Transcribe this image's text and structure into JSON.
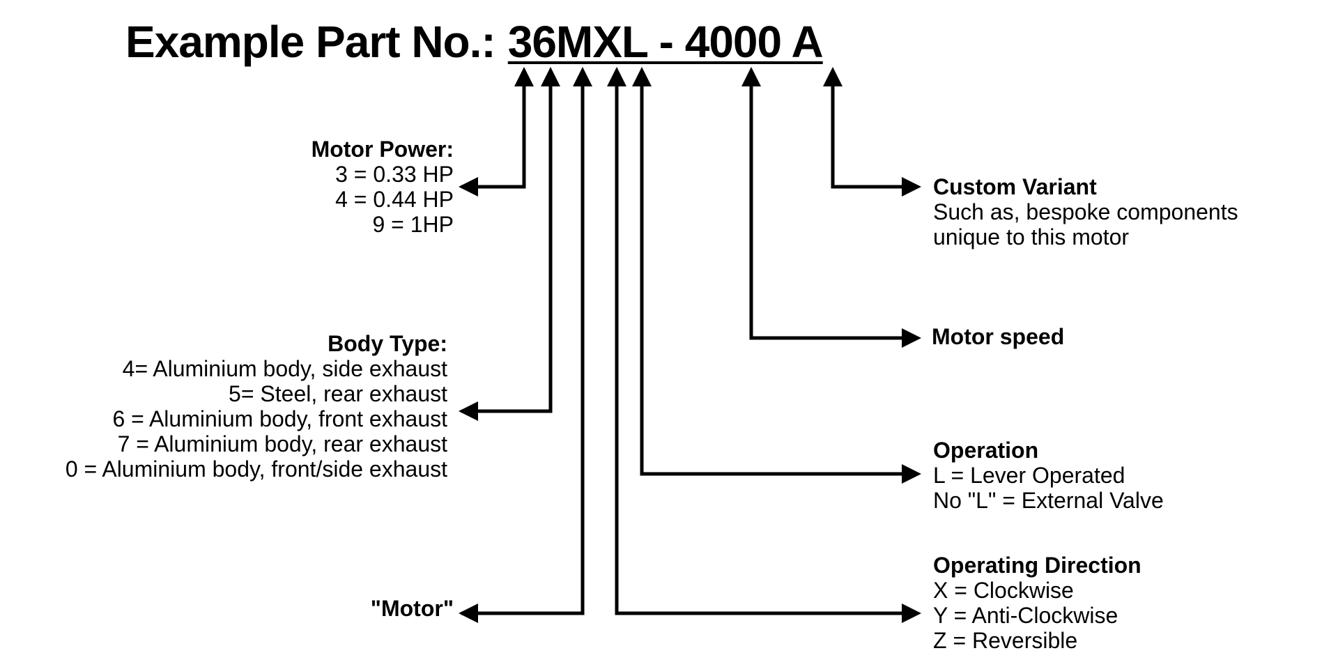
{
  "title": {
    "label": "Example Part No.:",
    "part_number": "36MXL - 4000 A"
  },
  "left_labels": {
    "motor_power": {
      "heading": "Motor Power:",
      "lines": [
        "3 = 0.33 HP",
        "4 = 0.44 HP",
        "9 = 1HP"
      ]
    },
    "body_type": {
      "heading": "Body Type:",
      "lines": [
        "4= Aluminium body, side exhaust",
        "5= Steel, rear exhaust",
        "6 = Aluminium body, front exhaust",
        "7 = Aluminium body, rear exhaust",
        "0 = Aluminium body, front/side exhaust"
      ]
    },
    "motor": {
      "heading": "\"Motor\""
    }
  },
  "right_labels": {
    "custom_variant": {
      "heading": "Custom Variant",
      "lines": [
        "Such as, bespoke components",
        "unique to this motor"
      ]
    },
    "motor_speed": {
      "heading": "Motor speed"
    },
    "operation": {
      "heading": "Operation",
      "lines": [
        "L = Lever Operated",
        "No \"L\" = External Valve"
      ]
    },
    "operating_direction": {
      "heading": "Operating Direction",
      "lines": [
        "X = Clockwise",
        "Y = Anti-Clockwise",
        "Z = Reversible"
      ]
    }
  },
  "colors": {
    "ink": "#000000",
    "background": "#ffffff"
  }
}
